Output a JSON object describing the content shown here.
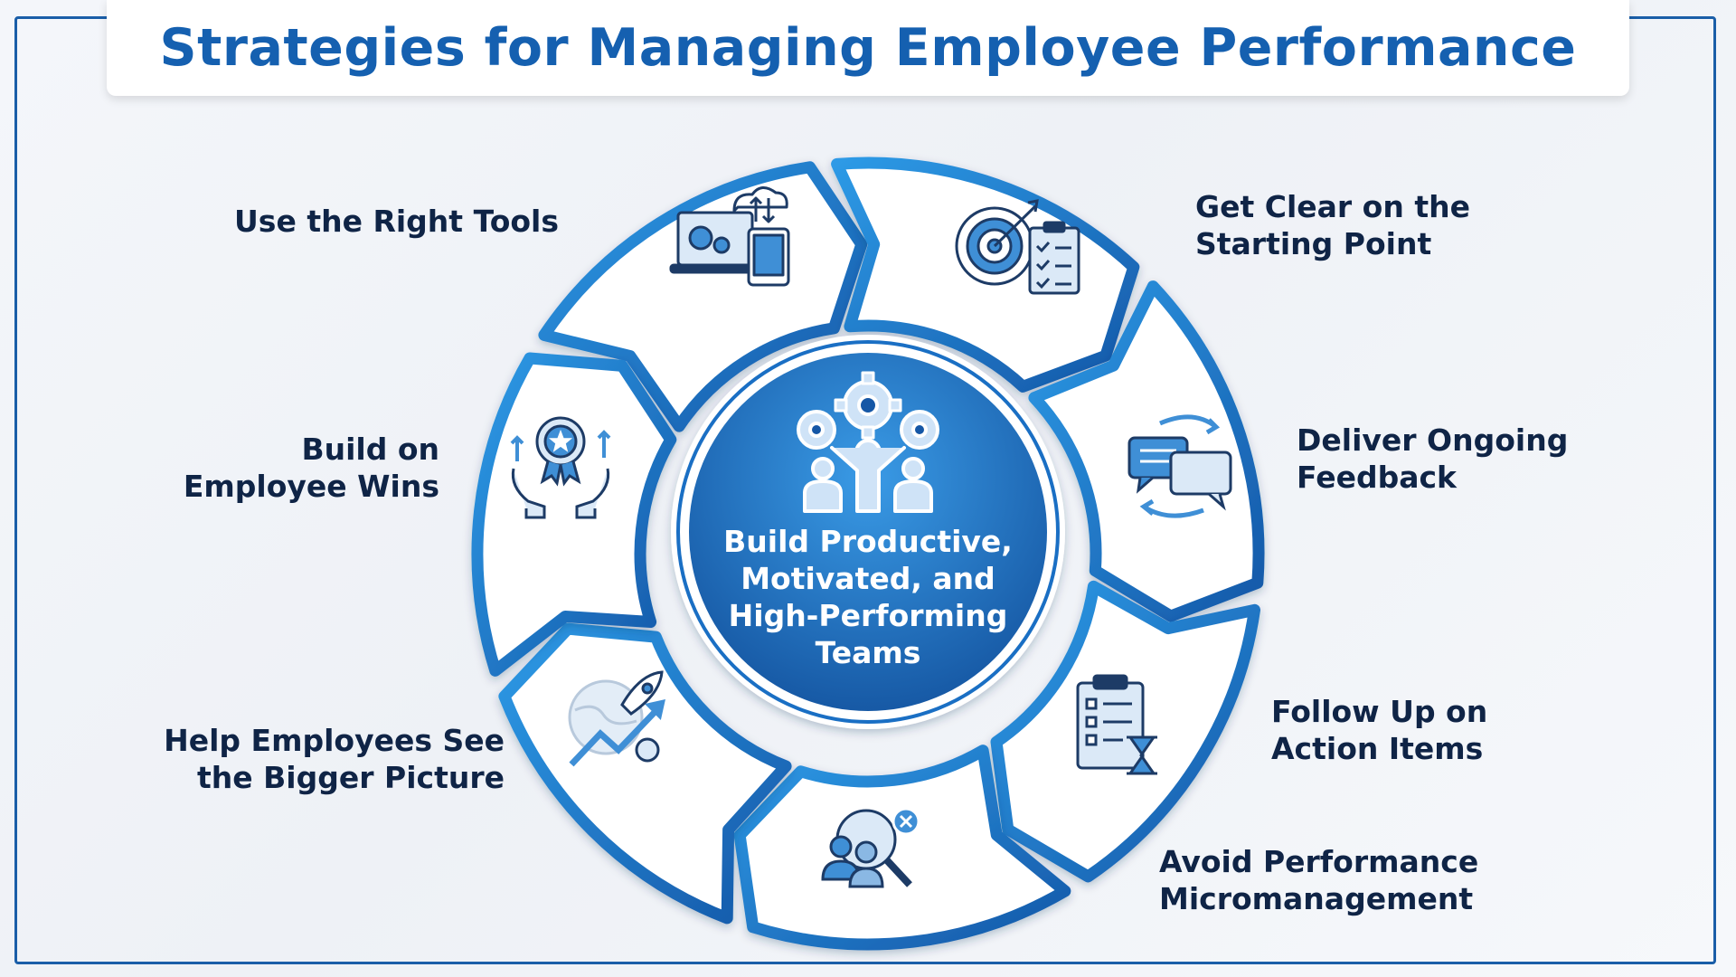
{
  "title": "Strategies for Managing Employee Performance",
  "center": {
    "lines": [
      "Build Productive,",
      "Motivated, and",
      "High-Performing",
      "Teams"
    ],
    "icon": "team-gears-icon"
  },
  "steps": [
    {
      "lines": [
        "Use the Right Tools"
      ],
      "icon": "devices-cloud-icon"
    },
    {
      "lines": [
        "Get Clear on the",
        "Starting Point"
      ],
      "icon": "target-checklist-icon"
    },
    {
      "lines": [
        "Deliver Ongoing",
        "Feedback"
      ],
      "icon": "chat-feedback-icon"
    },
    {
      "lines": [
        "Follow Up on",
        "Action Items"
      ],
      "icon": "clipboard-hourglass-icon"
    },
    {
      "lines": [
        "Avoid Performance",
        "Micromanagement"
      ],
      "icon": "magnifier-people-icon"
    },
    {
      "lines": [
        "Help Employees See",
        "the Bigger Picture"
      ],
      "icon": "globe-rocket-icon"
    },
    {
      "lines": [
        "Build on",
        "Employee Wins"
      ],
      "icon": "award-hands-icon"
    }
  ],
  "colors": {
    "title": "#1560b0",
    "arrow_border": "#1a6fc4",
    "arrow_fill": "#ffffff",
    "center_dark": "#1557a6",
    "center_light": "#2f8fe0",
    "label_text": "#0f2446"
  }
}
